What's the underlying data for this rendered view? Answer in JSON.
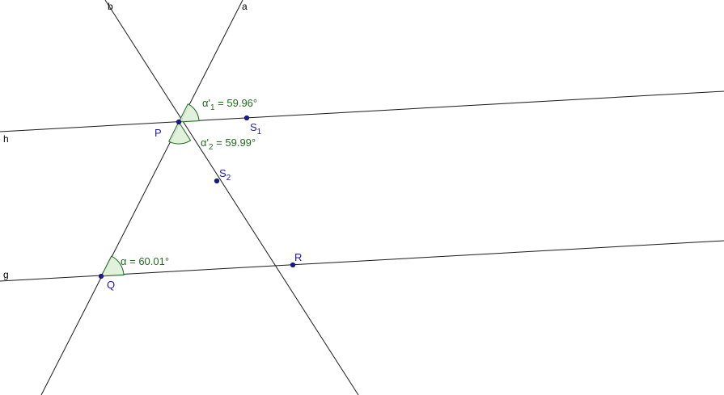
{
  "lines": {
    "a": "a",
    "b": "b",
    "g": "g",
    "h": "h"
  },
  "points": {
    "P": "P",
    "Q": "Q",
    "R": "R",
    "S1": {
      "name": "S",
      "sub": "1"
    },
    "S2": {
      "name": "S",
      "sub": "2"
    }
  },
  "angles": {
    "alpha_prime_1": {
      "symbol": "α'",
      "sub": "1",
      "value": " = 59.96°"
    },
    "alpha_prime_2": {
      "symbol": "α'",
      "sub": "2",
      "value": " = 59.99°"
    },
    "alpha": {
      "symbol": "α",
      "value": " = 60.01°"
    }
  },
  "colors": {
    "line": "#1a1a1a",
    "point": "#1a1a9a",
    "point_label": "#1a1aa8",
    "angle_label": "#1e6b1e",
    "angle_fill": "#dfefd8"
  }
}
